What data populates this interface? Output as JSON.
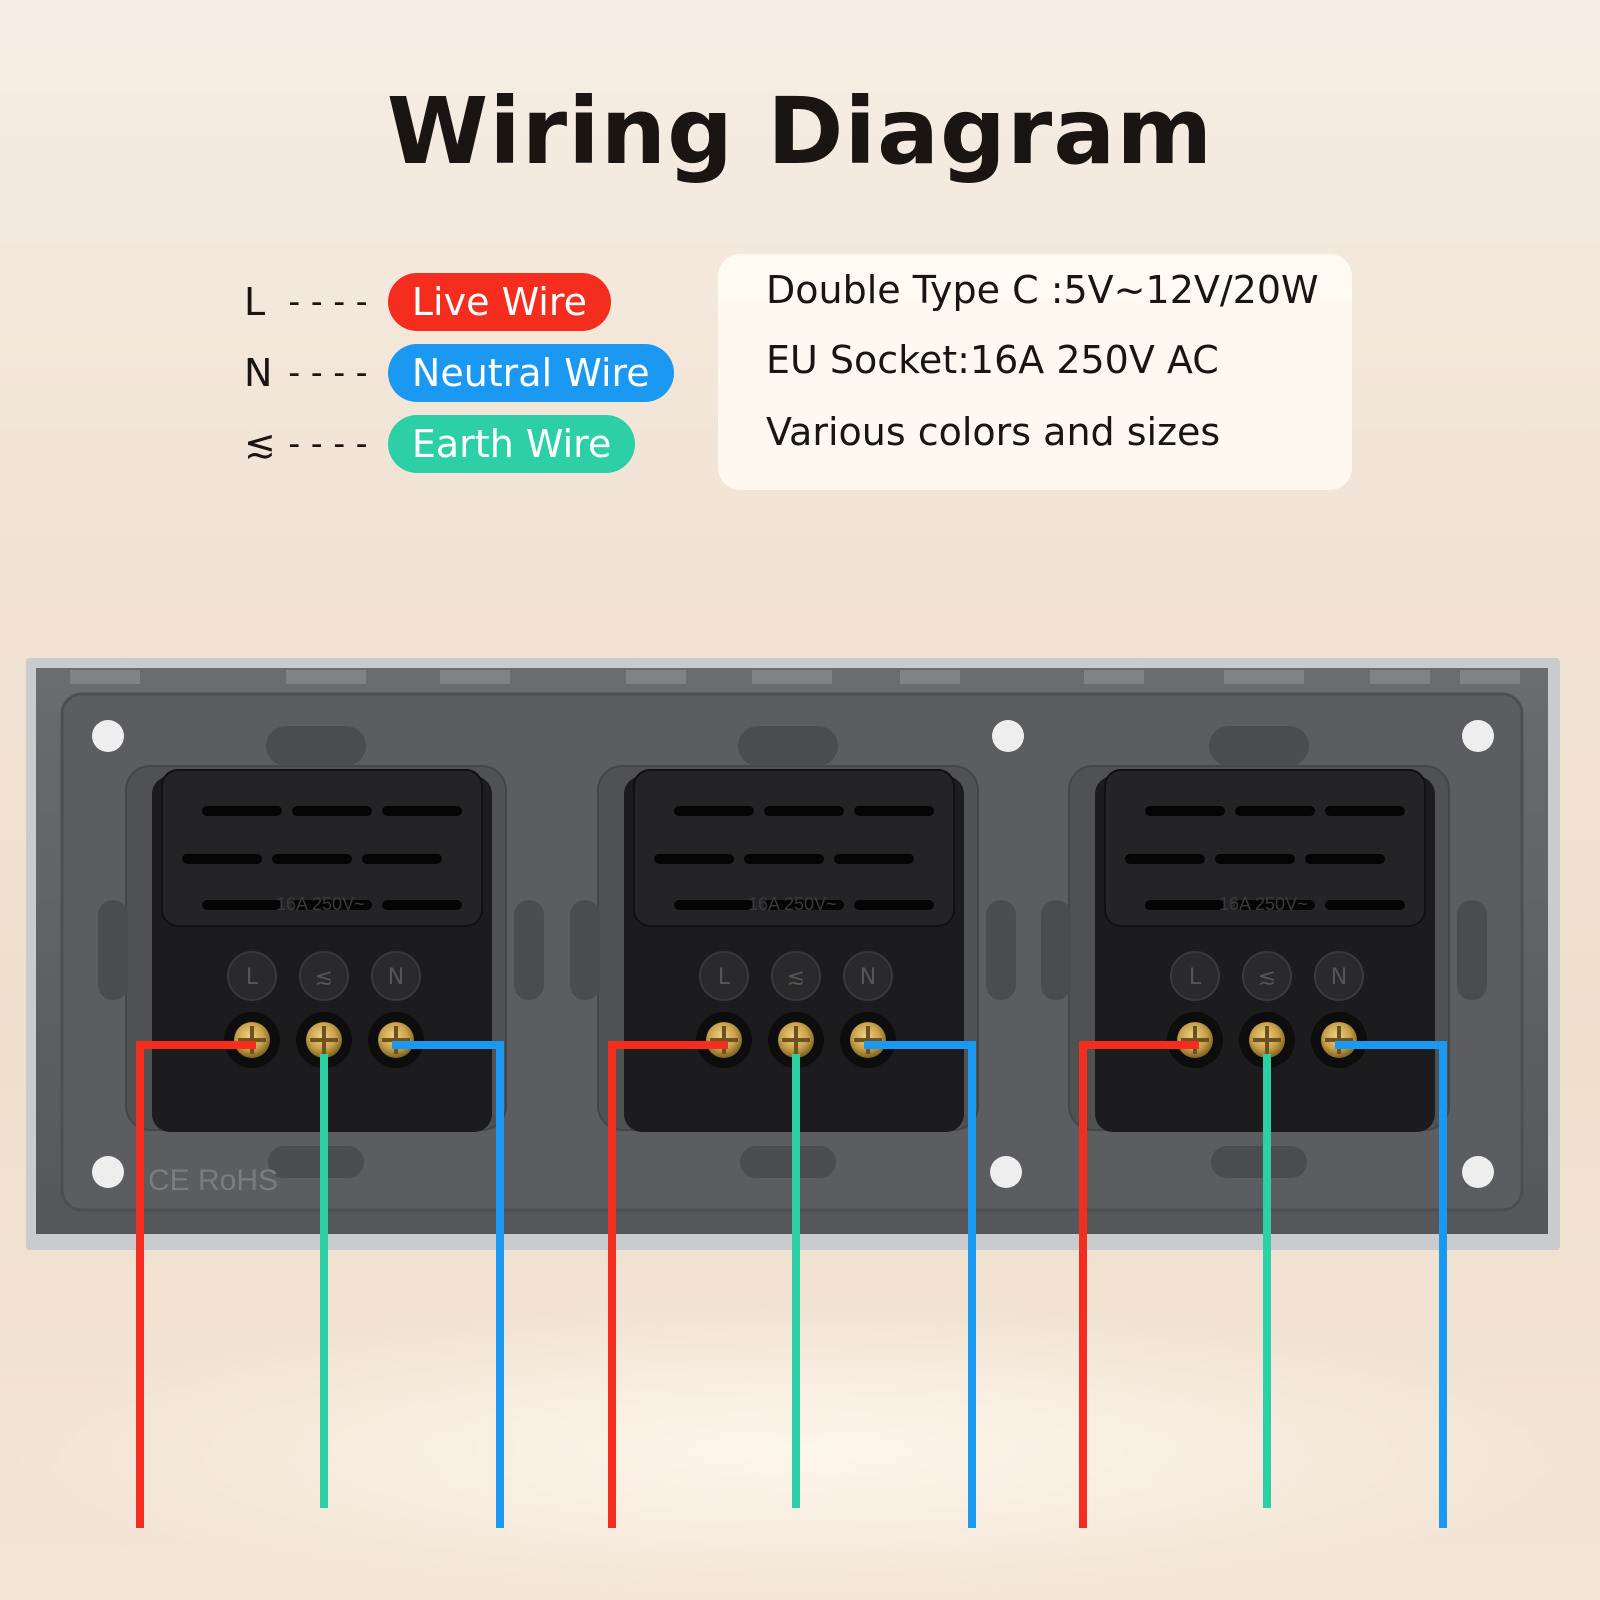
{
  "title": "Wiring Diagram",
  "legend": [
    {
      "symbol": "L",
      "dashes": "----",
      "label": "Live Wire",
      "color": "#f52d1f"
    },
    {
      "symbol": "N",
      "dashes": "----",
      "label": "Neutral Wire",
      "color": "#1a98f2"
    },
    {
      "symbol": "≲",
      "dashes": "----",
      "label": "Earth Wire",
      "color": "#2ccfa6"
    }
  ],
  "specs": {
    "line1": "Double Type C :5V~12V/20W",
    "line2": "EU Socket:16A 250V AC",
    "line3": "Various colors and sizes"
  },
  "socket": {
    "rating": "16A 250V~",
    "terminals": [
      "L",
      "≲",
      "N"
    ],
    "marking": "CE RoHS"
  },
  "colors": {
    "live": "#f52d1f",
    "neutral": "#1a98f2",
    "earth": "#2ccfa6",
    "frame": "#5e6062",
    "module": "#1c1c1e",
    "screw": "#c9a24a"
  }
}
